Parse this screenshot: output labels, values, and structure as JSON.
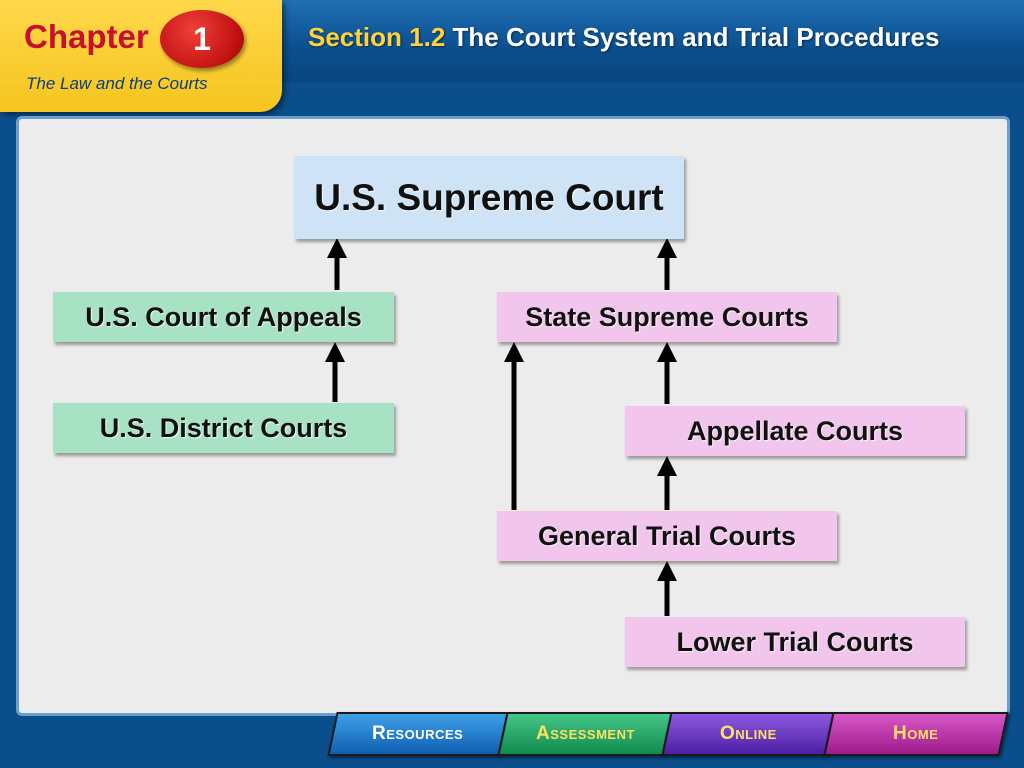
{
  "header": {
    "chapter_word": "Chapter",
    "chapter_number": "1",
    "chapter_subtitle": "The Law and the Courts",
    "section_label": "Section 1.2",
    "section_title": "The Court System and Trial Procedures"
  },
  "diagram": {
    "top": "U.S. Supreme Court",
    "federal": {
      "appeals": "U.S. Court of Appeals",
      "district": "U.S. District Courts"
    },
    "state": {
      "supreme": "State Supreme Courts",
      "appellate": "Appellate Courts",
      "general_trial": "General Trial Courts",
      "lower_trial": "Lower Trial Courts"
    }
  },
  "nav": {
    "resources": "Resources",
    "assessment": "Assessment",
    "online": "Online",
    "home": "Home"
  },
  "colors": {
    "supreme_box": "#cfe3f6",
    "federal_box": "#a8e2c4",
    "state_box": "#f2c6ec",
    "chapter_tab": "#f5c51e",
    "chapter_text": "#c8102e"
  }
}
